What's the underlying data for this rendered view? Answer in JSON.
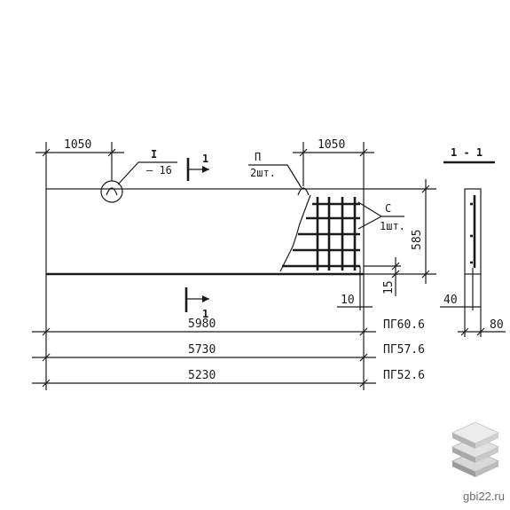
{
  "dims": {
    "left_end": "1050",
    "right_end": "1050",
    "height": "585",
    "gap_10": "10",
    "gap_15": "15",
    "len_1": "5980",
    "len_2": "5730",
    "len_3": "5230",
    "sec_40": "40",
    "sec_80": "80"
  },
  "labels": {
    "node_I": "I",
    "node_I_sub": "– 16",
    "section_mark": "1",
    "loop_P": "П",
    "loop_P_qty": "2шт.",
    "mesh_C": "С",
    "mesh_C_qty": "1шт.",
    "section_title": "1 - 1"
  },
  "marks": {
    "m1": "ПГ60.6",
    "m2": "ПГ57.6",
    "m3": "ПГ52.6"
  },
  "watermark": {
    "text": "gbi22.ru"
  }
}
